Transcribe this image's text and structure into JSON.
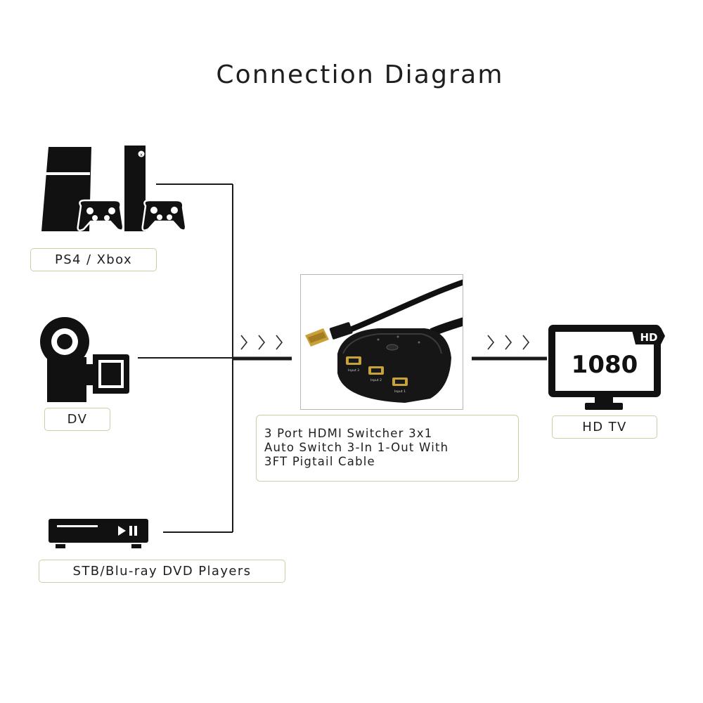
{
  "title": "Connection Diagram",
  "sources": [
    {
      "label": "PS4 / Xbox",
      "icon": "game-console-icon"
    },
    {
      "label": "DV",
      "icon": "camcorder-icon"
    },
    {
      "label": "STB/Blu-ray DVD Players",
      "icon": "dvd-player-icon"
    }
  ],
  "product": {
    "description_lines": [
      "3 Port HDMI Switcher 3x1",
      "Auto Switch 3-In 1-Out With",
      "3FT Pigtail Cable"
    ],
    "port_labels": [
      "Input 3",
      "Input 2",
      "Input 1"
    ],
    "image_icon": "hdmi-switcher-icon"
  },
  "tv": {
    "label": "HD TV",
    "screen_text": "1080",
    "badge_text": "HD",
    "icon": "tv-icon"
  },
  "colors": {
    "line": "#1a1a1a",
    "label_border": "#c3d3a3",
    "gold": "#c9a13b"
  },
  "arrows": ">>>"
}
